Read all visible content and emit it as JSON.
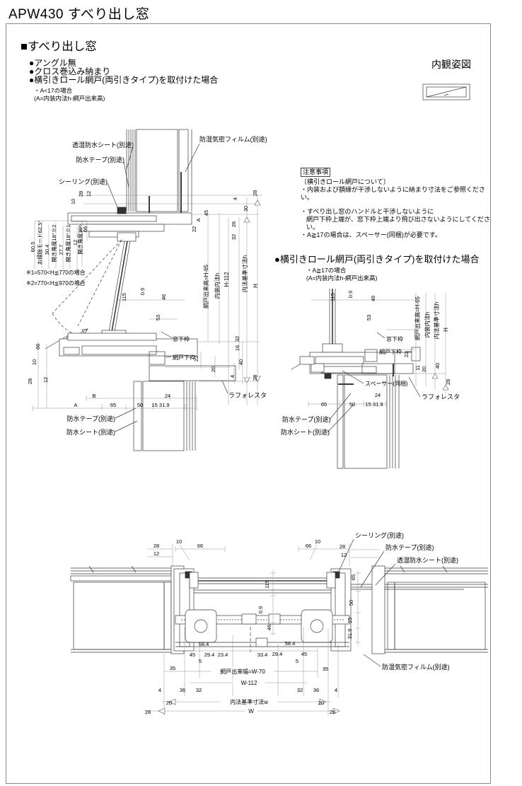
{
  "page": {
    "title": "APW430 すべり出し窓"
  },
  "header": {
    "section_title": "■すべり出し窓",
    "bullets": [
      "●アングル無",
      "●クロス巻込み納まり",
      "●横引きロール網戸(両引きタイプ)を取付けた場合"
    ],
    "case_label": "・A<17の場合",
    "case_def": "(A=内装内法h-網戸出来高)",
    "inner_view": "内観姿図"
  },
  "notes": {
    "title": "注意事項",
    "subtitle": "〔横引きロール網戸について〕",
    "line1": "・内装および額縁が干渉しないように納まり寸法をご参照ください。",
    "line2": "・すべり出し窓のハンドルと干渉しないように",
    "line3": "網戸下枠上端が、窓下枠上端より飛び出さないようにしてください。",
    "line4": "・A≧17の場合は、スペーサー(同梱)が必要です。"
  },
  "section2": {
    "title": "●横引きロール網戸(両引きタイプ)を取付けた場合",
    "case_label": "・A≧17の場合",
    "case_def": "(A=内装内法h-網戸出来高)"
  },
  "materials": {
    "breathable_sheet": "透湿防水シート(別途)",
    "tape": "防水テープ(別途)",
    "sealing": "シーリング(別途)",
    "film": "防湿気密フィルム(別途)",
    "sheet": "防水シート(別途)",
    "spacer": "スペーサー(同梱)",
    "laforesta": "ラフォレスタ",
    "window_sill": "窓下枠",
    "screen_sill": "網戸下枠"
  },
  "left": {
    "swing": {
      "v1": "60.5",
      "l1": "お掃除モード62.5°",
      "v2": "30.4",
      "l2": "開き角度18°※2",
      "v3": "27.7",
      "l3": "開き角度18°※1",
      "v4": "12",
      "l4": "開き角度30°",
      "v5": "66"
    },
    "note1": "※1=570<H≦770の場合",
    "note2": "※2=770<H≦970の場合",
    "top_left": [
      "28",
      "12",
      "10"
    ],
    "top_right": [
      "28",
      "4",
      "30",
      "45",
      "26",
      "A",
      "22",
      "32"
    ],
    "mid": [
      "115",
      "0.9",
      "46",
      "53"
    ],
    "screen_dim": "22",
    "right_lower": [
      "32",
      "16",
      "40",
      "20",
      "4",
      "28"
    ],
    "left_lower": [
      "66",
      "10",
      "28",
      "12"
    ],
    "bottom": [
      "B",
      "A",
      "65",
      "50",
      "24",
      "15 31.9"
    ],
    "vlabels": {
      "screen_h": "網戸出来高=H-65",
      "inner_h": "内装内法h",
      "h112": "H-112",
      "std_h": "内法基準寸法h",
      "h": "H"
    }
  },
  "right": {
    "mid": [
      "115",
      "0.9",
      "46",
      "53"
    ],
    "screen_dim": "22",
    "right_lower": [
      "40",
      "11",
      "20",
      "28"
    ],
    "bottom": [
      "24",
      "65",
      "50",
      "15 31.9"
    ],
    "vlabels": {
      "screen_h": "網戸出来高=H-65",
      "inner_h": "内装内法h",
      "std_h": "内法基準寸法h",
      "h": "H"
    }
  },
  "bottom": {
    "top_left": [
      "28",
      "12",
      "10",
      "66"
    ],
    "top_right": [
      "66",
      "10",
      "28",
      "12"
    ],
    "mid_v": [
      "115",
      "0.9",
      "46"
    ],
    "right_v": [
      "65",
      "50",
      "15",
      "31.9"
    ],
    "d58_left": "58.4",
    "d58_right": "58.4",
    "row1": [
      "45",
      "29.4",
      "23.4",
      "33.4",
      "29.4",
      "45"
    ],
    "d5_left": "5",
    "d5_right": "5",
    "d35_left": "35",
    "d35_right": "35",
    "screen_w": "網戸出来幅=W-70",
    "w112": "W-112",
    "row3": [
      "4",
      "36",
      "32",
      "32",
      "36",
      "4"
    ],
    "row4": [
      "20",
      "内法基準寸法w",
      "20"
    ],
    "row5": [
      "28",
      "W",
      "28"
    ]
  }
}
